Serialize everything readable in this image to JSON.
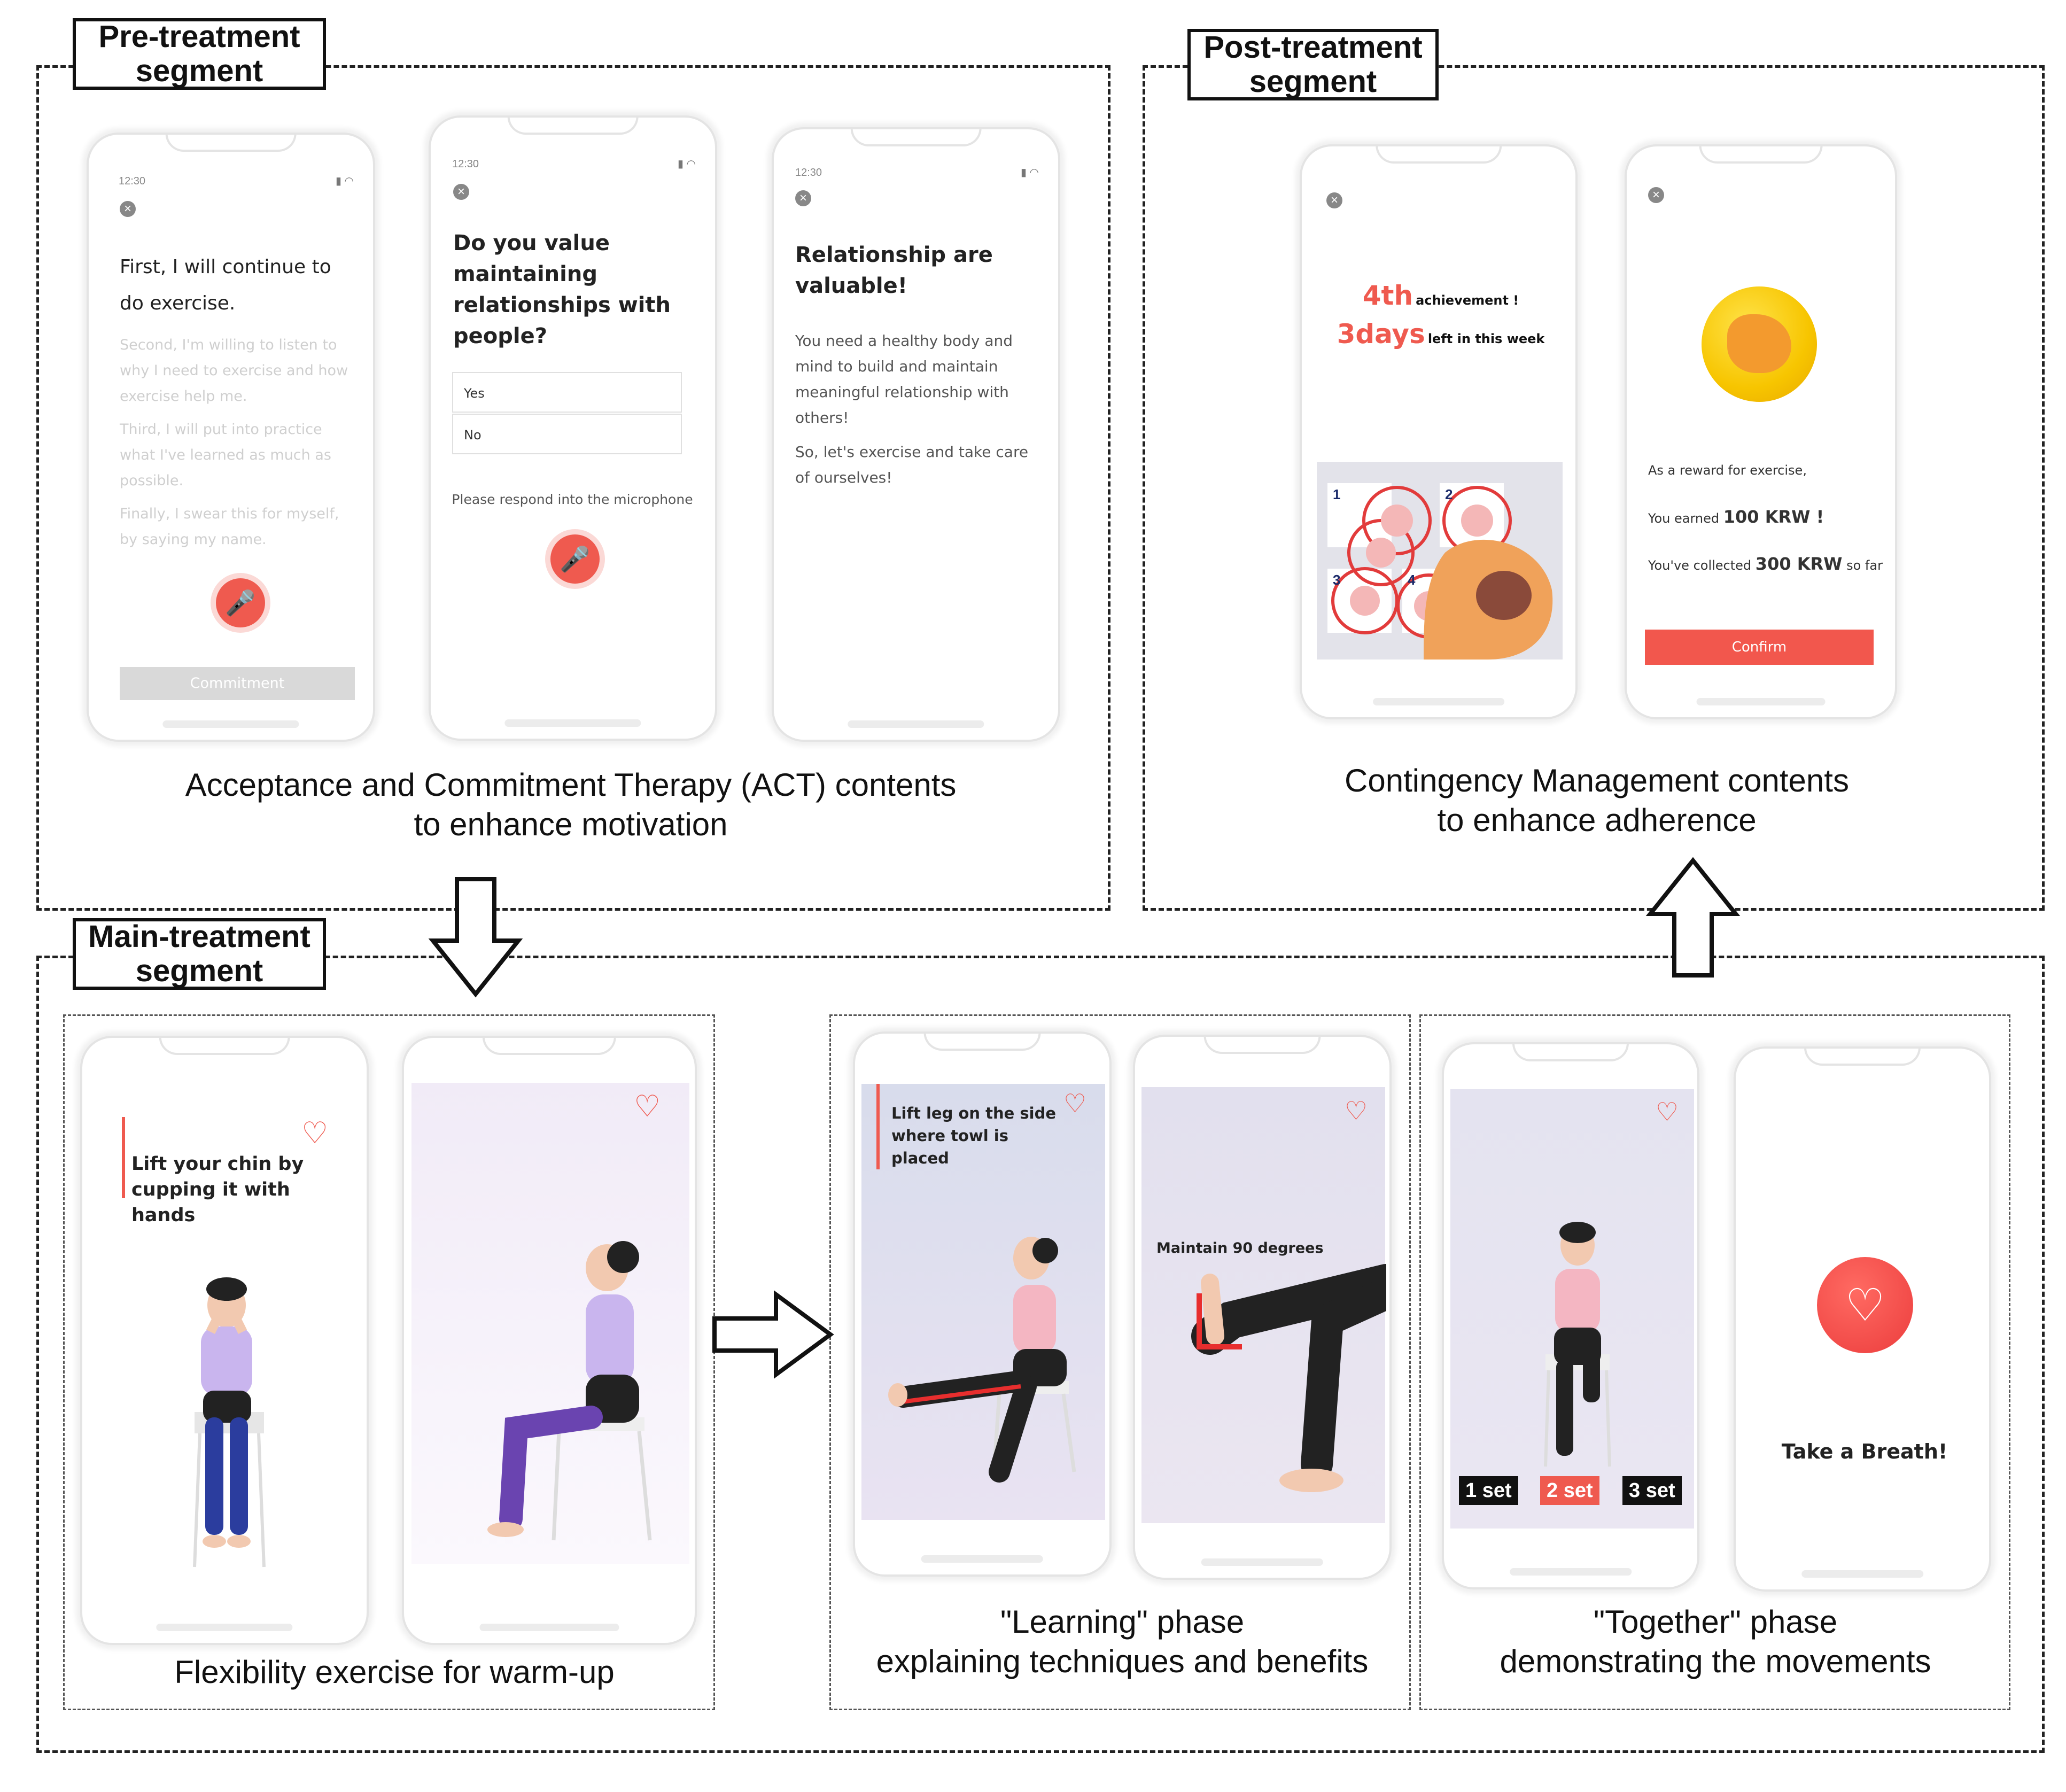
{
  "segments": {
    "pre": {
      "label_line1": "Pre-treatment",
      "label_line2": "segment"
    },
    "post": {
      "label_line1": "Post-treatment",
      "label_line2": "segment"
    },
    "main": {
      "label_line1": "Main-treatment",
      "label_line2": "segment"
    }
  },
  "captions": {
    "act_line1": "Acceptance and Commitment Therapy (ACT) contents",
    "act_line2": "to enhance motivation",
    "cm_line1": "Contingency Management contents",
    "cm_line2": "to enhance adherence",
    "warmup": "Flexibility exercise for warm-up",
    "learning_line1": "\"Learning\" phase",
    "learning_line2": "explaining techniques and benefits",
    "together_line1": "\"Together\" phase",
    "together_line2": "demonstrating the movements"
  },
  "status_time": "12:30",
  "phone1": {
    "line1": "First, I will continue to do exercise.",
    "line2": "Second, I'm willing to listen to why I need to exercise and how exercise help me.",
    "line3": "Third, I will put into practice what I've learned as much as possible.",
    "line4": "Finally, I swear this for myself, by saying my name.",
    "button": "Commitment"
  },
  "phone2": {
    "question": "Do you value maintaining relationships with people?",
    "option_yes": "Yes",
    "option_no": "No",
    "prompt": "Please respond into the microphone"
  },
  "phone3": {
    "title": "Relationship are valuable!",
    "body1": "You need a healthy body and mind to build and maintain meaningful relationship with others!",
    "body2": "So, let's exercise and take care of ourselves!"
  },
  "phone4": {
    "ach_num": "4th",
    "ach_text": "achievement !",
    "days_num": "3days",
    "days_text": "left in this week",
    "stamp_numbers": [
      "1",
      "2",
      "3",
      "4"
    ]
  },
  "phone5": {
    "reward": "As a reward for exercise,",
    "earned_pre": "You earned",
    "earned_amt": "100 KRW !",
    "collected_pre": "You've collected",
    "collected_amt": "300 KRW",
    "collected_post": "so far",
    "button": "Confirm"
  },
  "phone6": {
    "instruction": "Lift your chin by cupping it with hands"
  },
  "phone8": {
    "instruction": "Lift leg on the side where towl is placed"
  },
  "phone9": {
    "instruction": "Maintain 90 degrees"
  },
  "phone10": {
    "set1": "1 set",
    "set2": "2 set",
    "set3": "3 set"
  },
  "phone11": {
    "text": "Take a Breath!"
  },
  "colors": {
    "accent": "#ef5a4f",
    "coin": "#f7c500"
  },
  "icons": [
    "close-icon",
    "microphone-icon",
    "heart-icon",
    "muscle-icon",
    "arrow-down",
    "arrow-up",
    "arrow-right"
  ]
}
